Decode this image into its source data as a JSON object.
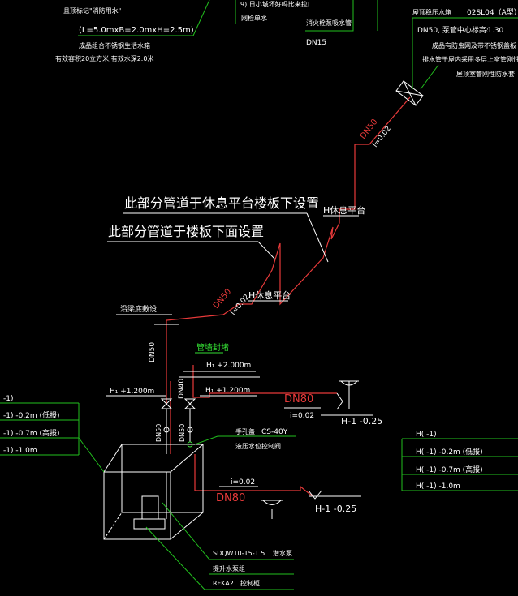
{
  "colors": {
    "bg": "#000000",
    "line": "#ffffff",
    "pipe": "#e83a3a",
    "leader": "#22c01e",
    "note": "#33dd33"
  },
  "top_left": {
    "note1": "且顶标记\"消防用水\"",
    "dim": "(L=5.0mxB=2.0mxH=2.5m)",
    "note2": "成品组合不锈钢生活水箱",
    "note3": "有效容积20立方米,有效水深2.0米"
  },
  "top_mid": {
    "note1": "9) 日小城坏好吗比来拉口",
    "note2": "网检单水",
    "note3": "消火栓泵吸水管",
    "dn": "DN15"
  },
  "top_right": {
    "title": "屋顶稳压水箱",
    "code": "02SL04（A型）",
    "dn": "DN50, 泵管中心标高:",
    "elev": "-1.30",
    "note1": "成品有防虫网及带不锈钢盖板",
    "note2": "排水管于屋内采用多层上室管刚性防水套",
    "note3": "屋顶室管刚性防水套"
  },
  "main": {
    "label1": "此部分管道于休息平台楼板下设置",
    "label2": "此部分管道于楼板下面设置",
    "floor1": "H休息平台",
    "floor2": "H休息平台",
    "dn50_a": "DN50",
    "slope_a": "i=0.02",
    "dn50_b": "DN50",
    "slope_b": "i=0.02",
    "wall_note": "沿梁底敷设",
    "dn50_c": "DN50",
    "dn40": "DN40",
    "wall_seal": "管墙封堵",
    "h_top": "H₁ +2.000m",
    "h_mid": "H₁ +1.200m",
    "h_left": "H₁ +1.200m",
    "dn80_top": "DN80",
    "slope_top": "i=0.02",
    "h_drain_top": "H-1 -0.25",
    "dn50_v1": "DN50",
    "dn50_v2": "DN50",
    "float": "手孔盖",
    "valve": "CS-40Y",
    "valve_note": "液压水位控制阀",
    "slope_bot": "i=0.02",
    "dn80_bot": "DN80",
    "h_drain_bot": "H-1 -0.25",
    "pump": "SDQW10-15-1.5",
    "pump_type": "潜水泵",
    "pump_note": "提升水泵组",
    "ctrl": "RFKA2",
    "ctrl_note": "控制柜"
  },
  "left_levels": [
    "-1)",
    "-1)  -0.2m (低报)",
    "-1)  -0.7m (高报)",
    "-1)  -1.0m"
  ],
  "right_levels": [
    "H( -1)",
    "H( -1)  -0.2m (低报)",
    "H( -1)  -0.7m (高报)",
    "H( -1)  -1.0m"
  ]
}
